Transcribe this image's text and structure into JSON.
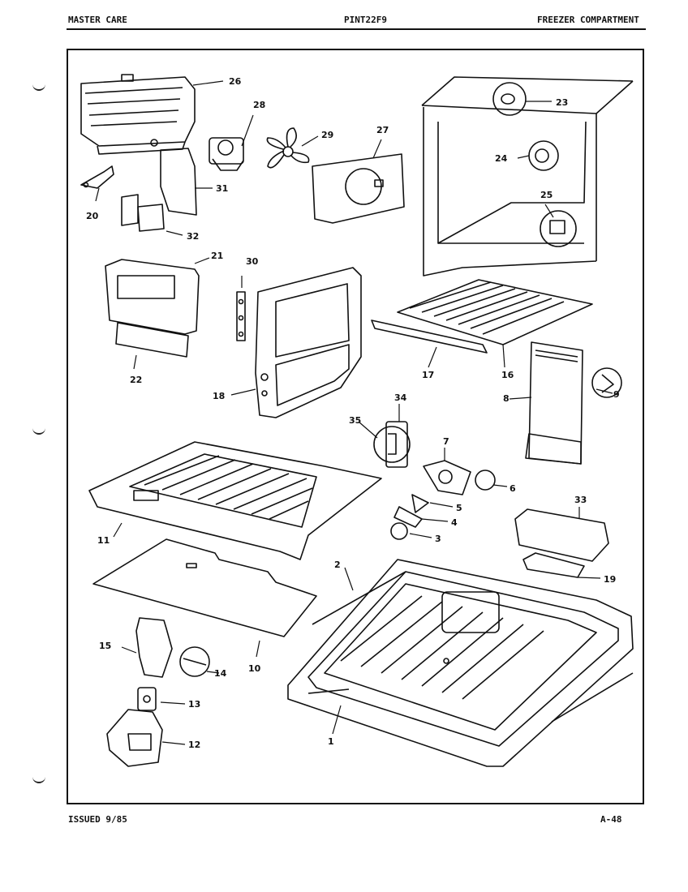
{
  "header": {
    "brand": "MASTER CARE",
    "model": "PINT22F9",
    "section": "FREEZER COMPARTMENT"
  },
  "footer": {
    "issued": "ISSUED 9/85",
    "code": "A-48"
  },
  "callouts": [
    "1",
    "2",
    "3",
    "4",
    "5",
    "6",
    "7",
    "8",
    "9",
    "10",
    "11",
    "12",
    "13",
    "14",
    "15",
    "16",
    "17",
    "18",
    "19",
    "20",
    "21",
    "22",
    "23",
    "24",
    "25",
    "26",
    "27",
    "28",
    "29",
    "30",
    "31",
    "32",
    "33",
    "34",
    "35"
  ]
}
